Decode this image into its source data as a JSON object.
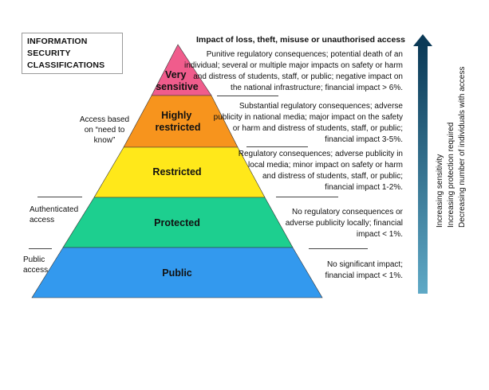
{
  "title_box": {
    "lines": [
      "INFORMATION",
      "SECURITY",
      "CLASSIFICATIONS"
    ]
  },
  "tiers": [
    {
      "label_lines": [
        "Very",
        "sensitive"
      ],
      "color": "#f05c8c"
    },
    {
      "label_lines": [
        "Highly",
        "restricted"
      ],
      "color": "#f7941d"
    },
    {
      "label_lines": [
        "Restricted"
      ],
      "color": "#ffe81a"
    },
    {
      "label_lines": [
        "Protected"
      ],
      "color": "#1dcf8f"
    },
    {
      "label_lines": [
        "Public"
      ],
      "color": "#3399ee"
    }
  ],
  "access": {
    "need_to_know": [
      "Access based",
      "on “need to",
      "know”"
    ],
    "authenticated": [
      "Authenticated",
      "access"
    ],
    "public": [
      "Public",
      "access"
    ]
  },
  "impact_title": "Impact of loss, theft, misuse or unauthorised access",
  "descriptions": [
    [
      "Punitive regulatory consequences; potential death of an",
      "individual; several or multiple major impacts on safety or harm",
      "and distress of students, staff, or public; negative impact on",
      "the national infrastructure; financial impact > 6%."
    ],
    [
      "Substantial regulatory consequences; adverse",
      "publicity in national media; major impact on the safety",
      "or harm and distress of students, staff, or public;",
      "financial impact 3-5%."
    ],
    [
      "Regulatory consequences; adverse publicity in",
      "local media; minor impact on safety or harm",
      "and distress of students, staff, or public;",
      "financial impact 1-2%."
    ],
    [
      "No regulatory consequences or",
      "adverse publicity locally; financial",
      "impact < 1%."
    ],
    [
      "No significant impact;",
      "financial impact < 1%."
    ]
  ],
  "arrow_labels": [
    "Increasing sensitivity",
    "Increasing protection required",
    "Decreasing number of individuals with access"
  ],
  "arrow_colors": {
    "top": "#0b3a57",
    "bottom": "#5fa9c6"
  }
}
